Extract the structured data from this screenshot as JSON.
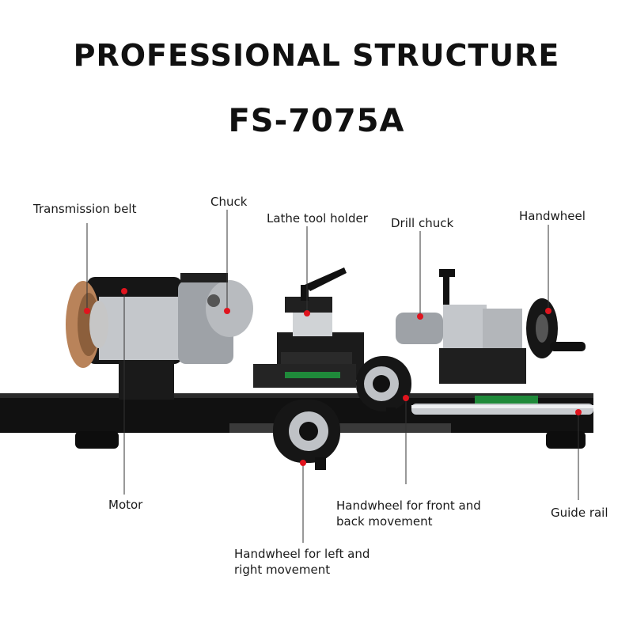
{
  "header": {
    "title": "PROFESSIONAL STRUCTURE",
    "model": "FS-7075A"
  },
  "labels": {
    "transmission_belt": "Transmission belt",
    "chuck": "Chuck",
    "lathe_tool_holder": "Lathe tool holder",
    "drill_chuck": "Drill chuck",
    "handwheel": "Handwheel",
    "motor": "Motor",
    "front_back_line1": "Handwheel for front and",
    "front_back_line2": "back movement",
    "guide_rail": "Guide rail",
    "left_right_line1": "Handwheel for left and",
    "left_right_line2": "right movement"
  },
  "colors": {
    "marker": "#e0141e",
    "leader_line": "#333333",
    "body_dark": "#141414",
    "metal": "#bfc2c6",
    "belt": "#b9835a",
    "rail_green": "#1f8a3a"
  }
}
